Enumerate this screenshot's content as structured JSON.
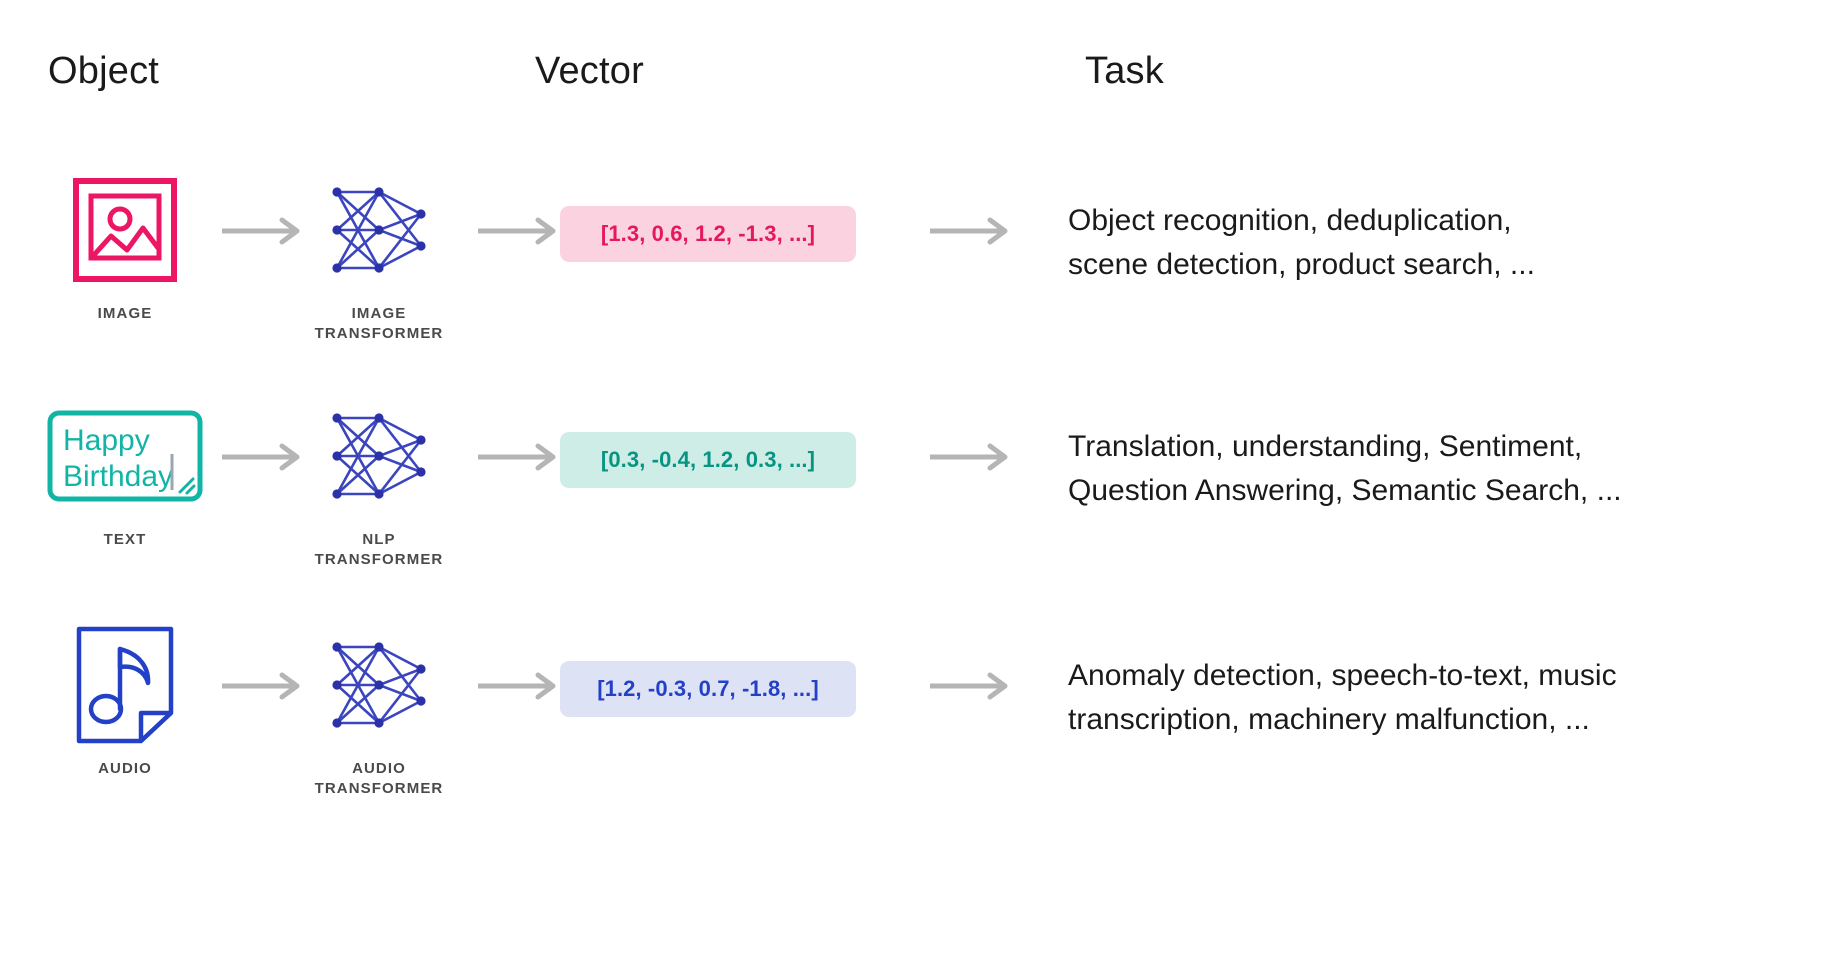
{
  "headers": {
    "object": "Object",
    "vector": "Vector",
    "task": "Task"
  },
  "colors": {
    "image_accent": "#EC1665",
    "image_pill_bg": "#FBD2DF",
    "image_pill_text": "#E4185F",
    "text_accent": "#12B5A5",
    "text_pill_bg": "#CDEDE6",
    "text_pill_text": "#089482",
    "audio_accent": "#2340C8",
    "audio_pill_bg": "#DEE2F5",
    "audio_pill_text": "#2340C8",
    "neural_net": "#3B45BE",
    "arrow": "#B5B5B5",
    "caption_text": "#4a4a4a",
    "body_text": "#1a1a1a"
  },
  "rows": [
    {
      "id": "image",
      "object_icon": "image-icon",
      "object_caption": "IMAGE",
      "transformer_icon": "neural-network-icon",
      "transformer_caption": "IMAGE\nTRANSFORMER",
      "vector": "[1.3, 0.6, 1.2, -1.3, ...]",
      "task": "Object recognition, deduplication,\nscene detection, product search, ...",
      "text_icon_lines": []
    },
    {
      "id": "text",
      "object_icon": "text-box-icon",
      "object_caption": "TEXT",
      "transformer_icon": "neural-network-icon",
      "transformer_caption": "NLP\nTRANSFORMER",
      "vector": "[0.3, -0.4, 1.2, 0.3, ...]",
      "task": "Translation, understanding, Sentiment,\nQuestion Answering, Semantic Search, ...",
      "text_icon_lines": [
        "Happy",
        "Birthday"
      ]
    },
    {
      "id": "audio",
      "object_icon": "audio-file-icon",
      "object_caption": "AUDIO",
      "transformer_icon": "neural-network-icon",
      "transformer_caption": "AUDIO\nTRANSFORMER",
      "vector": "[1.2, -0.3, 0.7, -1.8, ...]",
      "task": "Anomaly detection, speech-to-text, music\ntranscription, machinery malfunction, ...",
      "text_icon_lines": []
    }
  ],
  "arrows": {
    "label": "flow-arrow",
    "count_per_row": 3
  }
}
